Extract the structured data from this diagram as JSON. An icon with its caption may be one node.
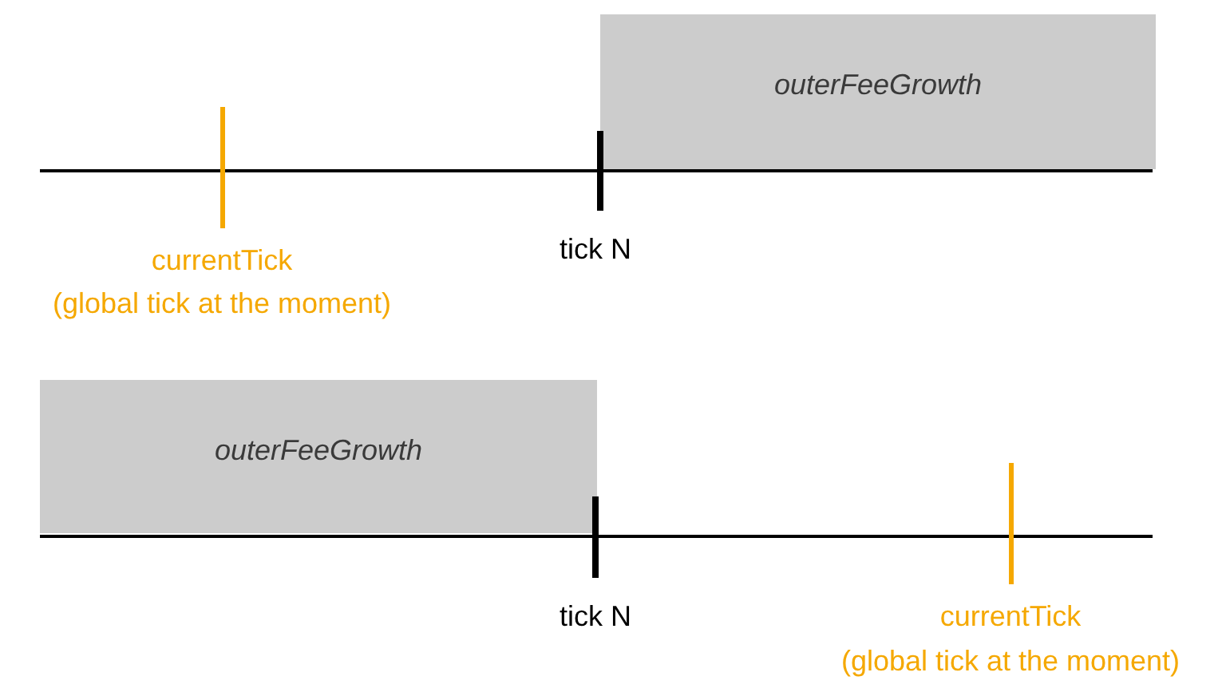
{
  "diagram": {
    "nodes": [
      {
        "text": [
          "outerFeeGrowth"
        ]
      },
      {
        "text": [
          "outerFeeGrowth"
        ]
      }
    ],
    "labels": [
      "tick N",
      "currentTick",
      "(global tick at the moment)",
      "tick N",
      "currentTick",
      "(global tick at the moment)"
    ]
  }
}
